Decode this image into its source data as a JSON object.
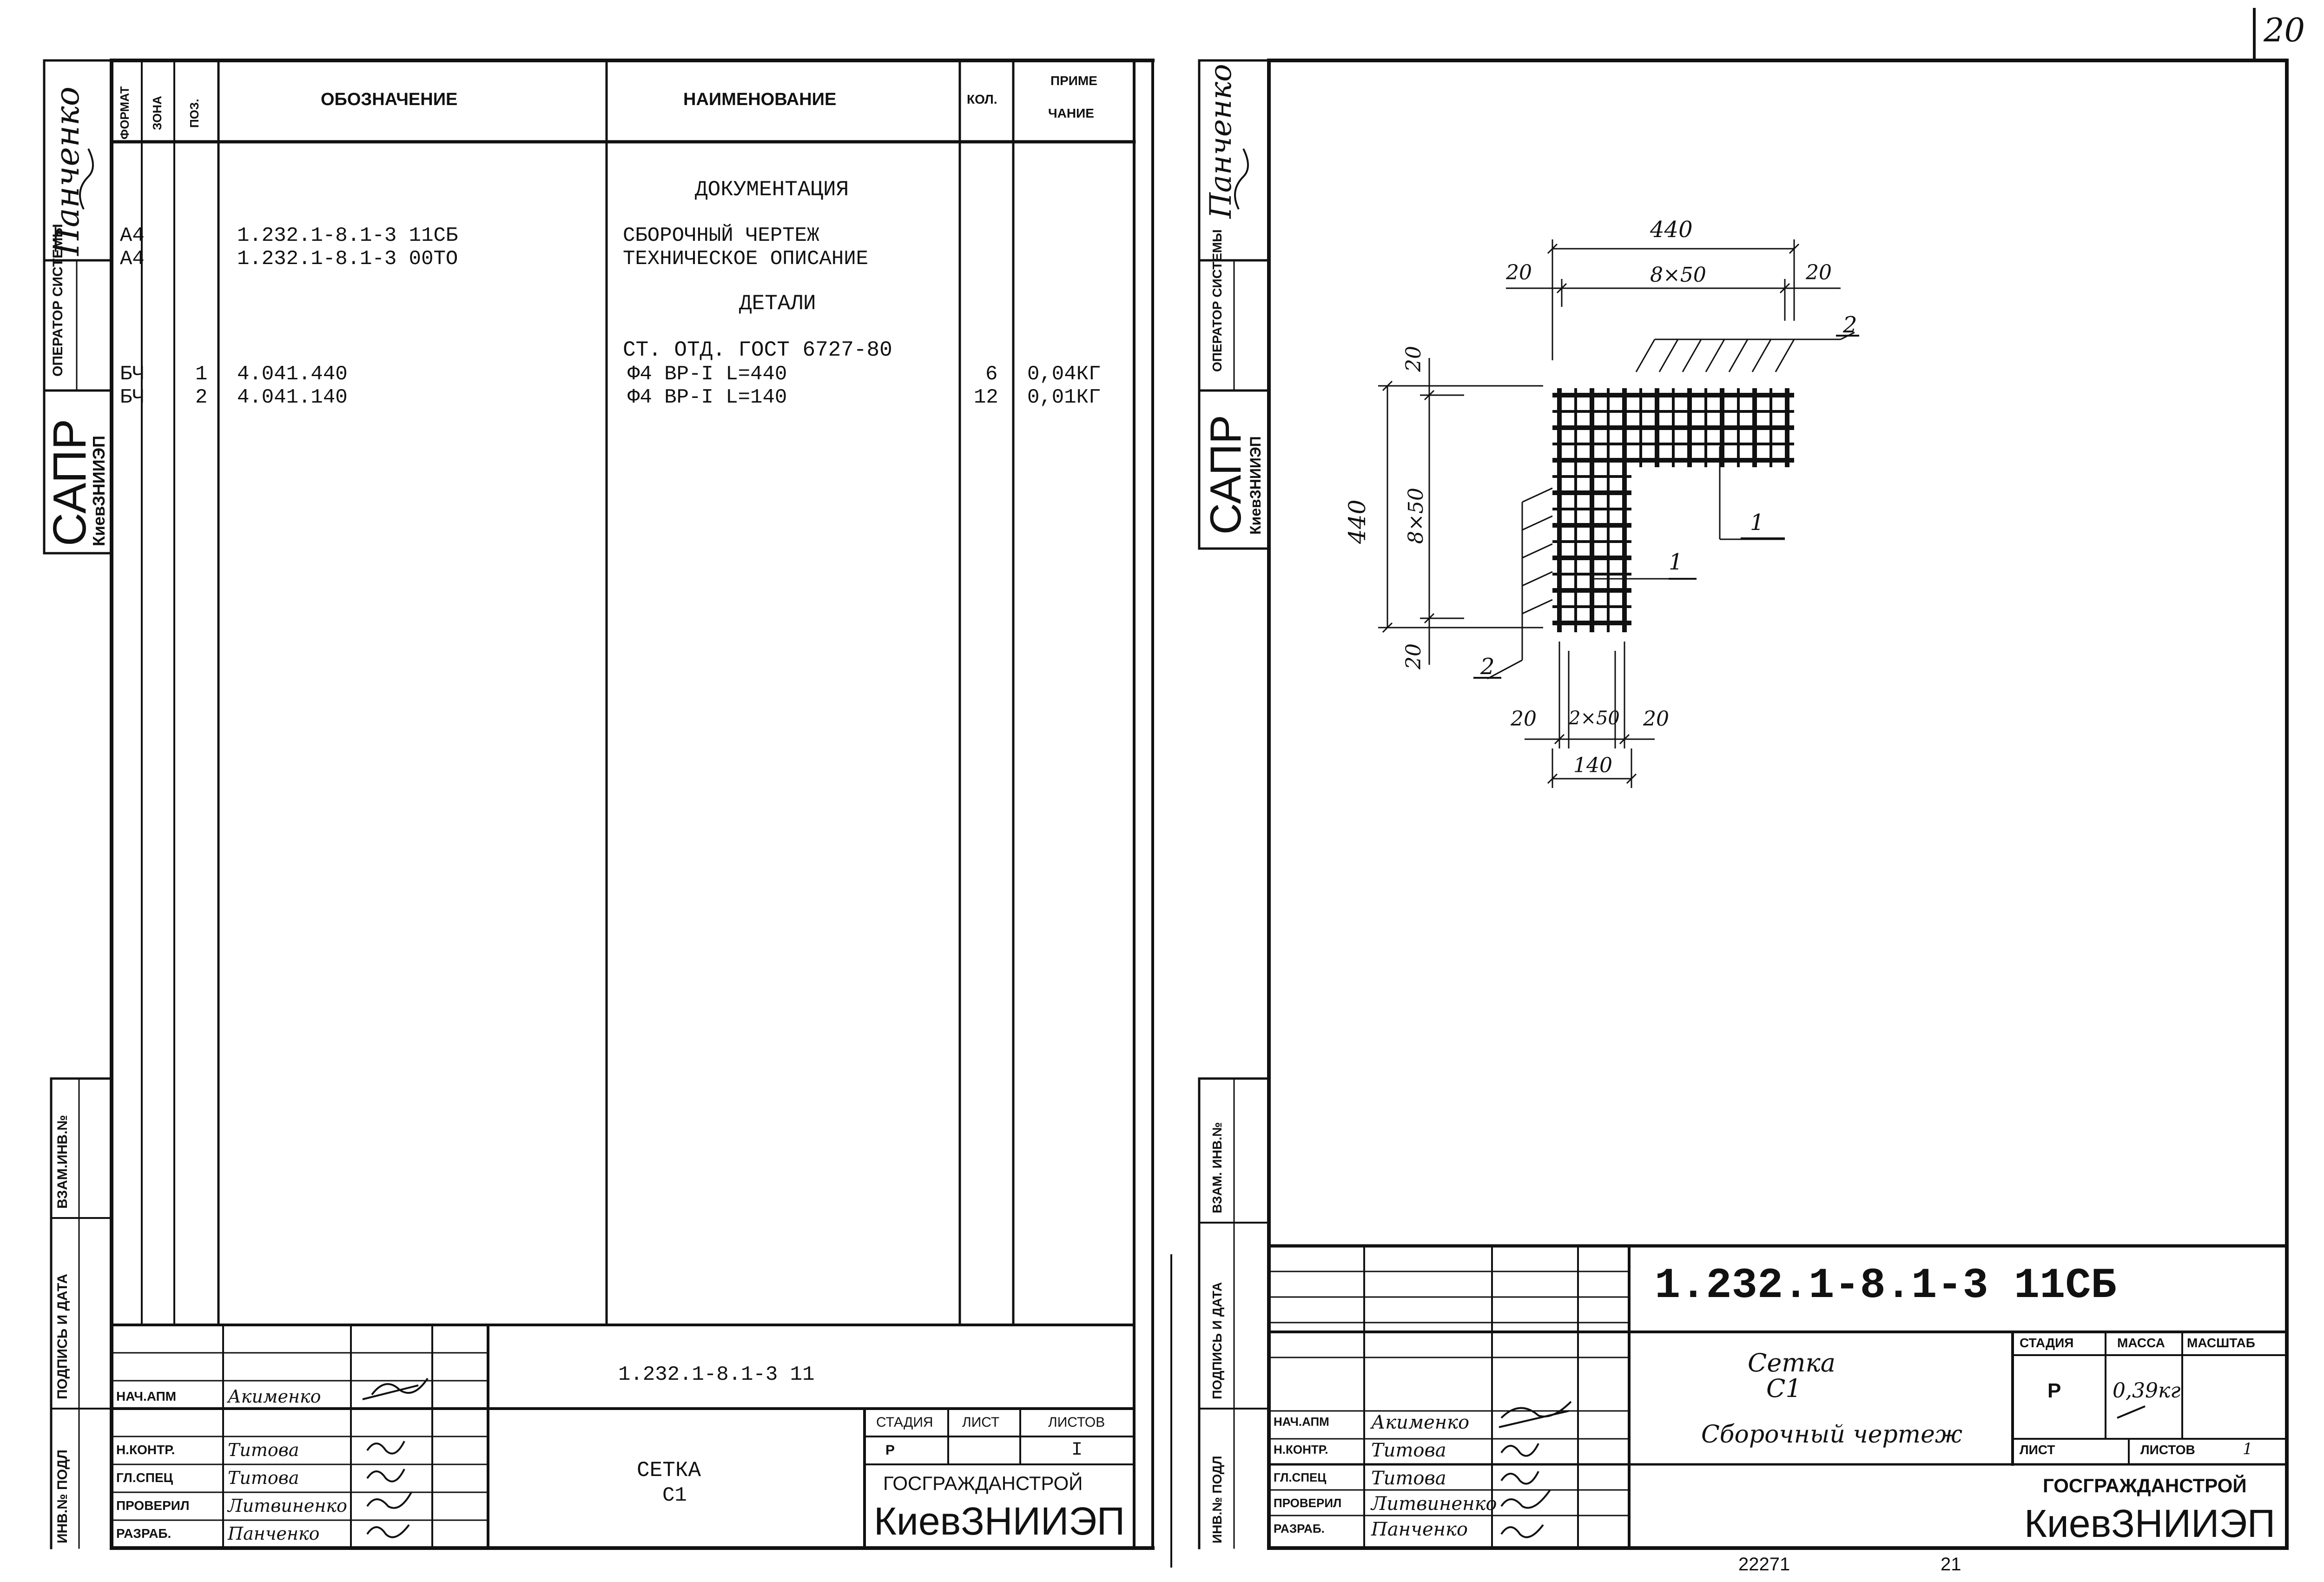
{
  "page_number_corner": "20",
  "left_sheet": {
    "side_stamp": {
      "signer_top": "Панченко",
      "operator_label": "ОПЕРАТОР СИСТЕМЫ",
      "sapr_big": "САПР",
      "sapr_org": "КиевЗНИИЭП",
      "vzam_label": "ВЗАМ.ИНВ.№",
      "podpis_label": "ПОДПИСЬ И ДАТА",
      "inv_label": "ИНВ.№ ПОДЛ"
    },
    "spec_header": {
      "format": "ФОРМАТ",
      "zona": "ЗОНА",
      "poz": "ПОЗ.",
      "oboznachenie": "ОБОЗНАЧЕНИЕ",
      "naimenovanie": "НАИМЕНОВАНИЕ",
      "kol": "КОЛ.",
      "prime_1": "ПРИМЕ",
      "prime_2": "ЧАНИЕ"
    },
    "sections": {
      "documentation": "ДОКУМЕНТАЦИЯ",
      "details": "ДЕТАЛИ"
    },
    "doc_rows": [
      {
        "format": "А4",
        "oboz": "1.232.1-8.1-3 11СБ",
        "name": "СБОРОЧНЫЙ ЧЕРТЕЖ"
      },
      {
        "format": "А4",
        "oboz": "1.232.1-8.1-3 00ТО",
        "name": "ТЕХНИЧЕСКОЕ ОПИСАНИЕ"
      }
    ],
    "detail_material": "СТ. ОТД. ГОСТ 6727-80",
    "detail_rows": [
      {
        "format": "БЧ",
        "poz": "1",
        "oboz": "4.041.440",
        "name": "Ф4 ВР-I L=440",
        "kol": "6",
        "prim": "0,04КГ"
      },
      {
        "format": "БЧ",
        "poz": "2",
        "oboz": "4.041.140",
        "name": "Ф4 ВР-I L=140",
        "kol": "12",
        "prim": "0,01КГ"
      }
    ],
    "title_block": {
      "designation": "1.232.1-8.1-3 11",
      "roles": [
        "НАЧ.АПМ",
        "Н.КОНТР.",
        "ГЛ.СПЕЦ",
        "ПРОВЕРИЛ",
        "РАЗРАБ."
      ],
      "names": [
        "Акименко",
        "Титова",
        "Титова",
        "Литвиненко",
        "Панченко"
      ],
      "name_1": "СЕТКА",
      "name_2": "С1",
      "stadiya_label": "СТАДИЯ",
      "list_label": "ЛИСТ",
      "listov_label": "ЛИСТОВ",
      "stadiya": "Р",
      "listov": "I",
      "org_1": "ГОСГРАЖДАНСТРОЙ",
      "org_2": "КиевЗНИИЭП"
    }
  },
  "right_sheet": {
    "side_stamp": {
      "signer_top": "Панченко",
      "operator_label": "ОПЕРАТОР СИСТЕМЫ",
      "sapr_big": "САПР",
      "sapr_org": "КиевЗНИИЭП",
      "vzam_label": "ВЗАМ. ИНВ.№",
      "podpis_label": "ПОДПИСЬ И ДАТА",
      "inv_label": "ИНВ.№ ПОДЛ"
    },
    "drawing": {
      "dim_440_top": "440",
      "dim_20_tl": "20",
      "dim_8x50_top": "8×50",
      "dim_20_tr": "20",
      "dim_440_left": "440",
      "dim_20_lt": "20",
      "dim_8x50_left": "8×50",
      "dim_20_lb": "20",
      "dim_20_bl": "20",
      "dim_2x50": "2×50",
      "dim_20_br": "20",
      "dim_140": "140",
      "leader_2_top": "2",
      "leader_1_a": "1",
      "leader_1_b": "1",
      "leader_2_left": "2"
    },
    "title_block": {
      "designation": "1.232.1-8.1-3 11СБ",
      "name_1": "Сетка",
      "name_2": "С1",
      "name_3": "Сборочный чертеж",
      "stadiya_label": "СТАДИЯ",
      "massa_label": "МАССА",
      "masshtab_label": "МАСШТАБ",
      "stadiya": "Р",
      "massa": "0,39кг",
      "list_label": "ЛИСТ",
      "listov_label": "ЛИСТОВ",
      "listov": "1",
      "roles": [
        "НАЧ.АПМ",
        "Н.КОНТР.",
        "ГЛ.СПЕЦ",
        "ПРОВЕРИЛ",
        "РАЗРАБ."
      ],
      "names": [
        "Акименко",
        "Титова",
        "Титова",
        "Литвиненко",
        "Панченко"
      ],
      "org_1": "ГОСГРАЖДАНСТРОЙ",
      "org_2": "КиевЗНИИЭП"
    },
    "footer_code": "22271",
    "footer_page": "21"
  }
}
